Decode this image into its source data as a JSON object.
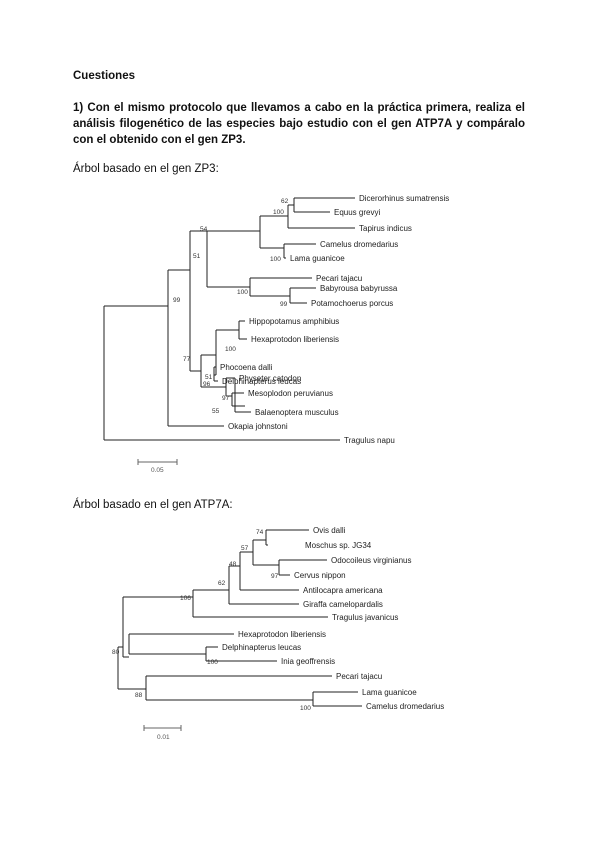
{
  "section_title": "Cuestiones",
  "question": "1) Con el mismo protocolo que llevamos a cabo en la práctica primera, realiza el análisis filogenético de las especies bajo estudio con el gen ATP7A y compáralo con el obtenido con el gen ZP3.",
  "tree1": {
    "caption": "Árbol basado en el gen ZP3:",
    "scale_label": "0.05",
    "taxa": [
      "Dicerorhinus sumatrensis",
      "Equus grevyi",
      "Tapirus indicus",
      "Camelus dromedarius",
      "Lama guanicoe",
      "Pecari tajacu",
      "Babyrousa babyrussa",
      "Potamochoerus porcus",
      "Hippopotamus amphibius",
      "Hexaprotodon liberiensis",
      "Phocoena dalli",
      "Delphinapterus leucas",
      "Physeter catodon",
      "Mesoplodon peruvianus",
      "Balaenoptera musculus",
      "Okapia johnstoni",
      "Tragulus napu"
    ],
    "bootstrap": [
      "62",
      "100",
      "54",
      "100",
      "51",
      "100",
      "99",
      "99",
      "100",
      "77",
      "51",
      "96",
      "97",
      "55"
    ]
  },
  "tree2": {
    "caption": "Árbol basado en el gen ATP7A:",
    "scale_label": "0.01",
    "taxa": [
      "Ovis dalli",
      "Moschus sp. JG34",
      "Odocoileus virginianus",
      "Cervus nippon",
      "Antilocapra americana",
      "Giraffa camelopardalis",
      "Tragulus javanicus",
      "Hexaprotodon liberiensis",
      "Delphinapterus leucas",
      "Inia geoffrensis",
      "Pecari tajacu",
      "Lama guanicoe",
      "Camelus dromedarius"
    ],
    "bootstrap": [
      "74",
      "57",
      "48",
      "62",
      "97",
      "106",
      "80",
      "100",
      "88",
      "100"
    ]
  }
}
